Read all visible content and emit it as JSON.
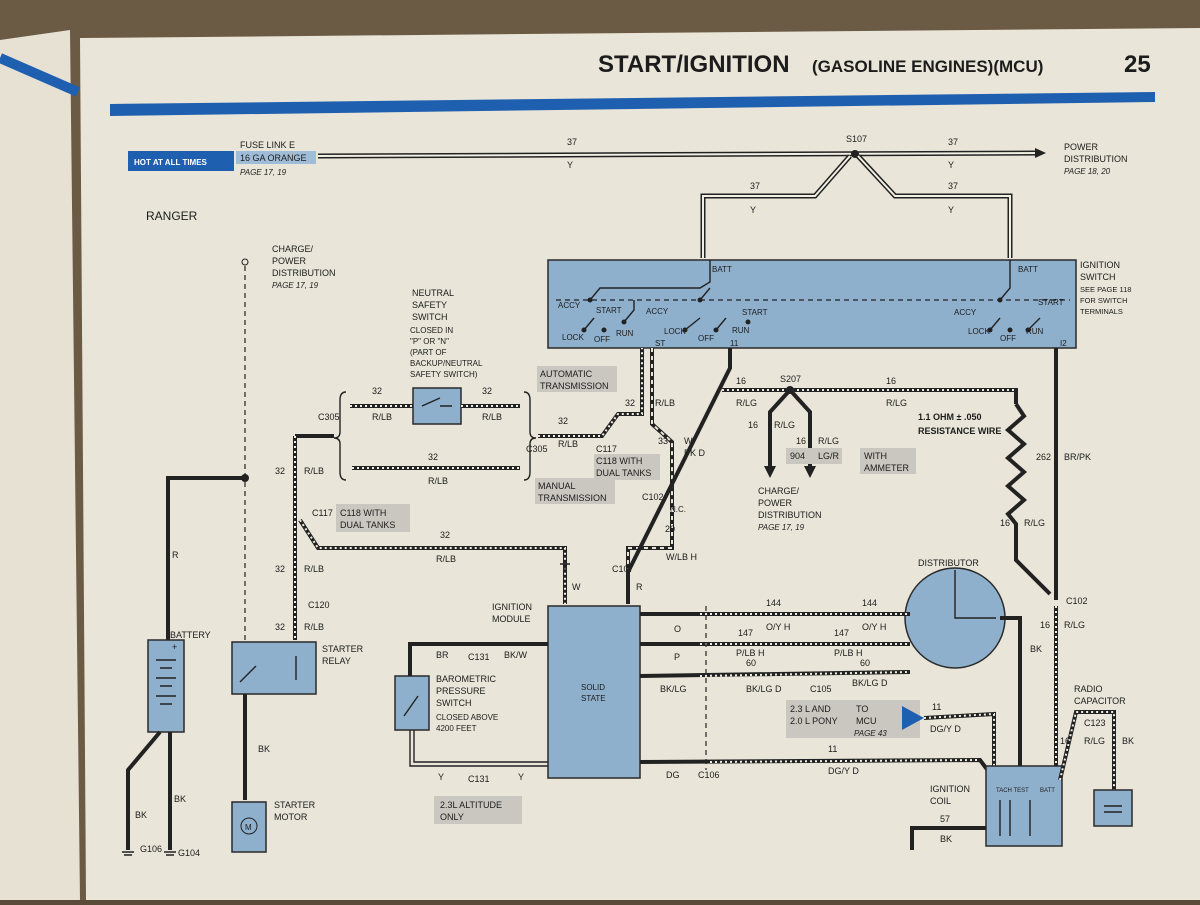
{
  "header": {
    "title": "START/IGNITION",
    "subtitle": "(GASOLINE ENGINES)(MCU)",
    "page_number": "25",
    "accent_color": "#1f5fb0"
  },
  "top_bus": {
    "hot_label": "HOT AT ALL TIMES",
    "fuse_link": "FUSE LINK E",
    "fuse_gauge": "16 GA ORANGE",
    "fuse_page": "PAGE 17, 19",
    "splice": "S107",
    "wire_num": "37",
    "wire_color": "Y",
    "power_dist": "POWER",
    "power_dist2": "DISTRIBUTION",
    "power_page": "PAGE 18, 20"
  },
  "model": "RANGER",
  "charge_top": {
    "l1": "CHARGE/",
    "l2": "POWER",
    "l3": "DISTRIBUTION",
    "page": "PAGE 17, 19"
  },
  "ignition_switch": {
    "title1": "IGNITION",
    "title2": "SWITCH",
    "see": "SEE PAGE 118",
    "for1": "FOR SWITCH",
    "for2": "TERMINALS",
    "batt": "BATT",
    "accy": "ACCY",
    "start": "START",
    "lock": "LOCK",
    "off": "OFF",
    "run": "RUN",
    "st": "ST",
    "t11": "11",
    "t12": "I2"
  },
  "neutral_switch": {
    "l1": "NEUTRAL",
    "l2": "SAFETY",
    "l3": "SWITCH",
    "n1": "CLOSED IN",
    "n2": "\"P\" OR \"N\"",
    "n3": "(PART OF",
    "n4": "BACKUP/NEUTRAL",
    "n5": "SAFETY SWITCH)"
  },
  "labels": {
    "auto_trans1": "AUTOMATIC",
    "auto_trans2": "TRANSMISSION",
    "manual_trans1": "MANUAL",
    "manual_trans2": "TRANSMISSION",
    "c305": "C305",
    "c117": "C117",
    "c118": "C118 WITH",
    "c118b": "DUAL TANKS",
    "c102": "C102",
    "nc": "N.C.",
    "c120": "C120",
    "c107": "C107",
    "c131": "C131",
    "c105": "C105",
    "c106": "C106",
    "c123": "C123",
    "s207": "S207",
    "n32": "32",
    "n33": "33",
    "n20": "20",
    "n16": "16",
    "n904": "904",
    "n262": "262",
    "n144": "144",
    "n147": "147",
    "n60": "60",
    "n11": "11",
    "n57": "57",
    "rlb": "R/LB",
    "rlg": "R/LG",
    "lgr": "LG/R",
    "brpk": "BR/PK",
    "wpkd1": "W/",
    "wpkd2": "PK D",
    "wlbh": "W/LB H",
    "r": "R",
    "w": "W",
    "o": "O",
    "p": "P",
    "oyh": "O/Y H",
    "plbh": "P/LB H",
    "bklgd": "BK/LG D",
    "bklg": "BK/LG",
    "dg": "DG",
    "dgyd": "DG/Y D",
    "bk": "BK",
    "br": "BR",
    "bkw": "BK/W",
    "y": "Y",
    "resistance1": "1.1 OHM ± .050",
    "resistance2": "RESISTANCE WIRE",
    "with_ammeter1": "WITH",
    "with_ammeter2": "AMMETER",
    "charge_mid1": "CHARGE/",
    "charge_mid2": "POWER",
    "charge_mid3": "DISTRIBUTION",
    "charge_mid_page": "PAGE 17, 19",
    "battery": "BATTERY",
    "starter_relay1": "STARTER",
    "starter_relay2": "RELAY",
    "starter_motor1": "STARTER",
    "starter_motor2": "MOTOR",
    "g106": "G106",
    "g104": "G104",
    "ign_module1": "IGNITION",
    "ign_module2": "MODULE",
    "solid1": "SOLID",
    "solid2": "STATE",
    "baro1": "BAROMETRIC",
    "baro2": "PRESSURE",
    "baro3": "SWITCH",
    "baro4": "CLOSED ABOVE",
    "baro5": "4200 FEET",
    "altitude1": "2.3L ALTITUDE",
    "altitude2": "ONLY",
    "distributor": "DISTRIBUTOR",
    "pony1": "2.3 L AND",
    "pony2": "2.0 L PONY",
    "to": "TO",
    "mcu": "MCU",
    "mcu_page": "PAGE 43",
    "ign_coil1": "IGNITION",
    "ign_coil2": "COIL",
    "tach": "TACH TEST",
    "batt_small": "BATT",
    "radio1": "RADIO",
    "radio2": "CAPACITOR",
    "plus": "+",
    "m": "M"
  }
}
